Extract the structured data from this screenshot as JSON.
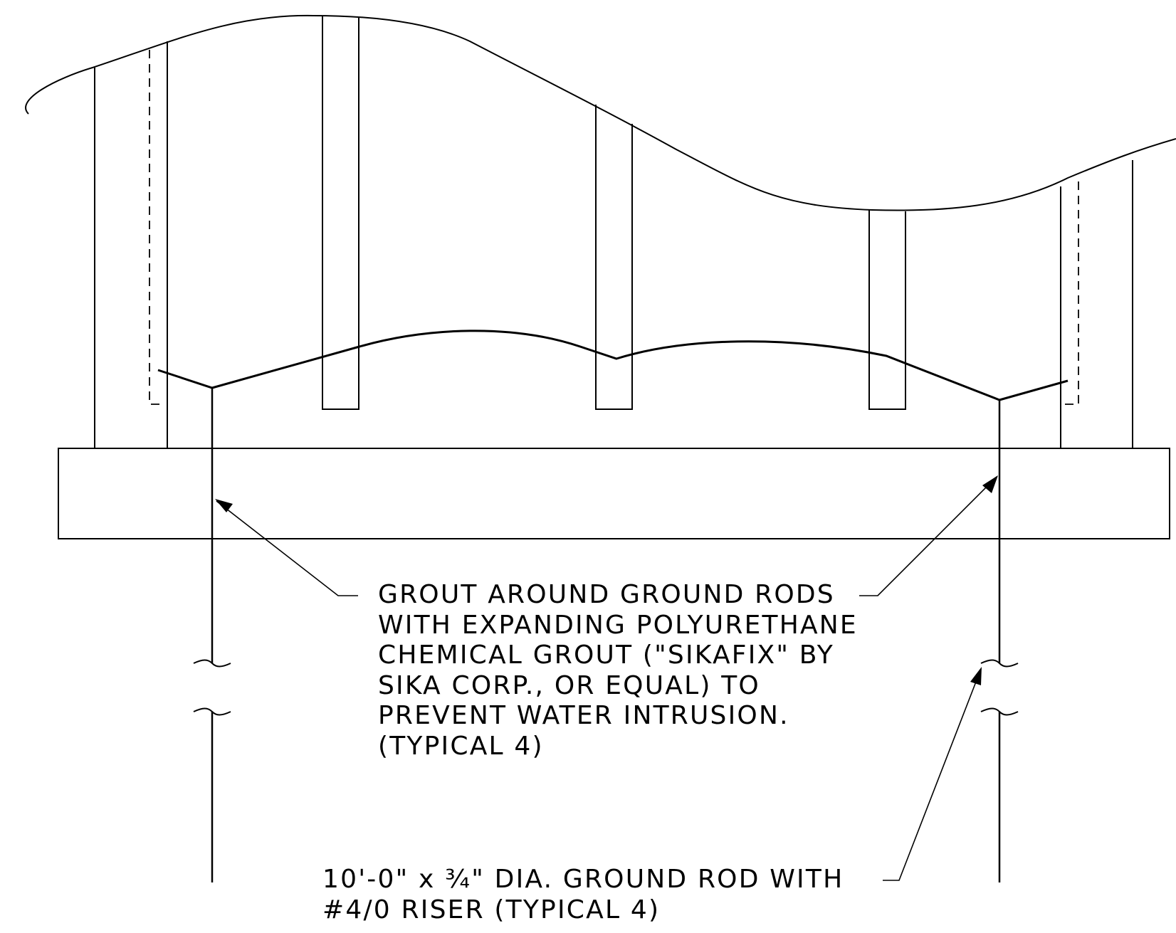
{
  "notes": {
    "grout": {
      "lines": [
        "GROUT AROUND GROUND RODS",
        "WITH EXPANDING POLYURETHANE",
        "CHEMICAL GROUT (\"SIKAFIX\" BY",
        "SIKA CORP., OR EQUAL) TO",
        "PREVENT WATER INTRUSION.",
        "(TYPICAL 4)"
      ]
    },
    "ground_rod": {
      "lines": [
        "10'-0\" x ¾\" DIA. GROUND ROD WITH",
        "#4/0 RISER (TYPICAL 4)"
      ]
    }
  }
}
